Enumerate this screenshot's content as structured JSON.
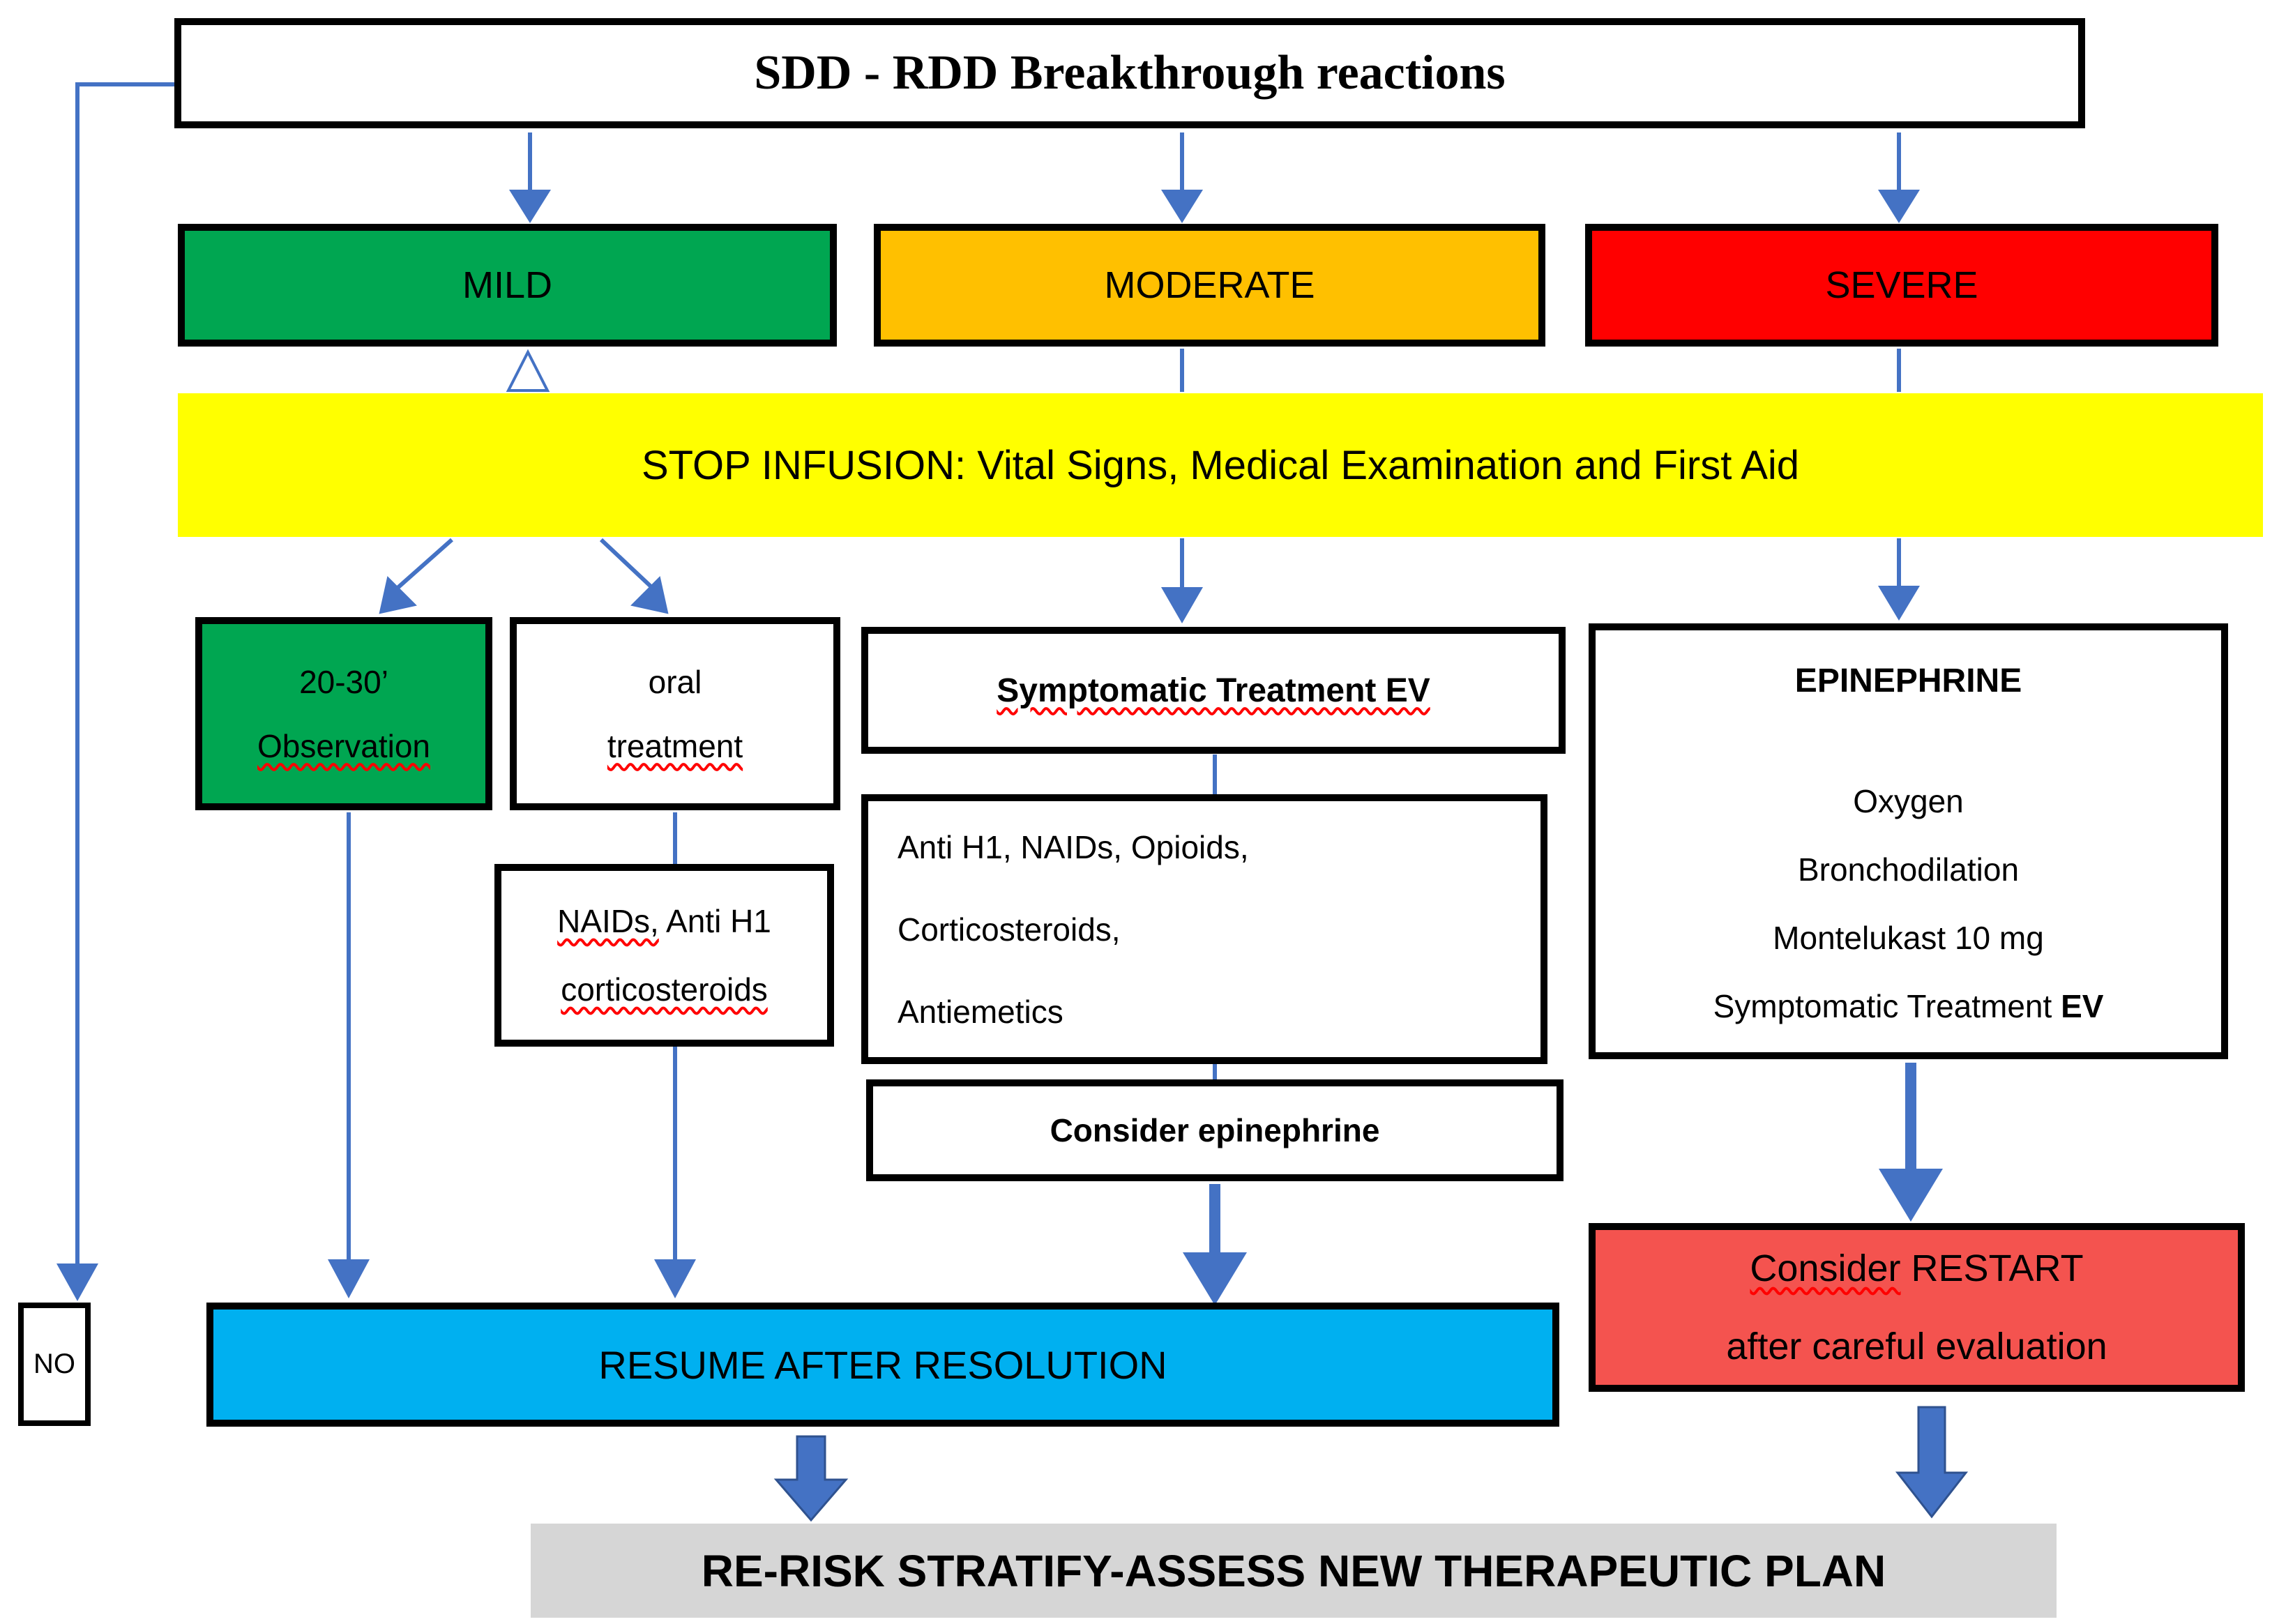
{
  "title": "SDD - RDD Breakthrough reactions",
  "severity": {
    "mild": "MILD",
    "moderate": "MODERATE",
    "severe": "SEVERE"
  },
  "stop_bar": "STOP INFUSION: Vital Signs, Medical Examination and First Aid",
  "mild_path": {
    "observation_line1": "20-30’",
    "observation_line2": "Observation",
    "oral_line1": "oral",
    "oral_line2": "treatment",
    "naids_line1_squiggle": "NAIDs,",
    "naids_line1_rest": " Anti H1",
    "naids_line2": "corticosteroids"
  },
  "moderate_path": {
    "symptomatic": "Symptomatic Treatment EV",
    "drugs_line1": "Anti H1, NAIDs, Opioids,",
    "drugs_line2": "Corticosteroids,",
    "drugs_line3": "Antiemetics",
    "consider": "Consider epinephrine"
  },
  "severe_path": {
    "epinephrine_title": "EPINEPHRINE",
    "line1": "Oxygen",
    "line2": "Bronchodilation",
    "line3": "Montelukast 10 mg",
    "line4_prefix": "Symptomatic Treatment ",
    "line4_bold": "EV",
    "restart_line1_squiggle": "Consider",
    "restart_line1_rest": " RESTART",
    "restart_line2": "after careful evaluation"
  },
  "no_label": "NO",
  "resume": "RESUME AFTER RESOLUTION",
  "footer": "RE-RISK STRATIFY-ASSESS NEW THERAPEUTIC PLAN",
  "colors": {
    "mild_green": "#00A651",
    "moderate_orange": "#FFC000",
    "severe_red": "#FF0000",
    "restart_red": "#F4534F",
    "resume_blue": "#00B0F0",
    "stop_yellow": "#FFFF00",
    "footer_gray": "#D6D6D6",
    "connector_blue": "#4472C4",
    "connector_dark": "#2F528F",
    "squiggle_red": "#FF0000"
  }
}
